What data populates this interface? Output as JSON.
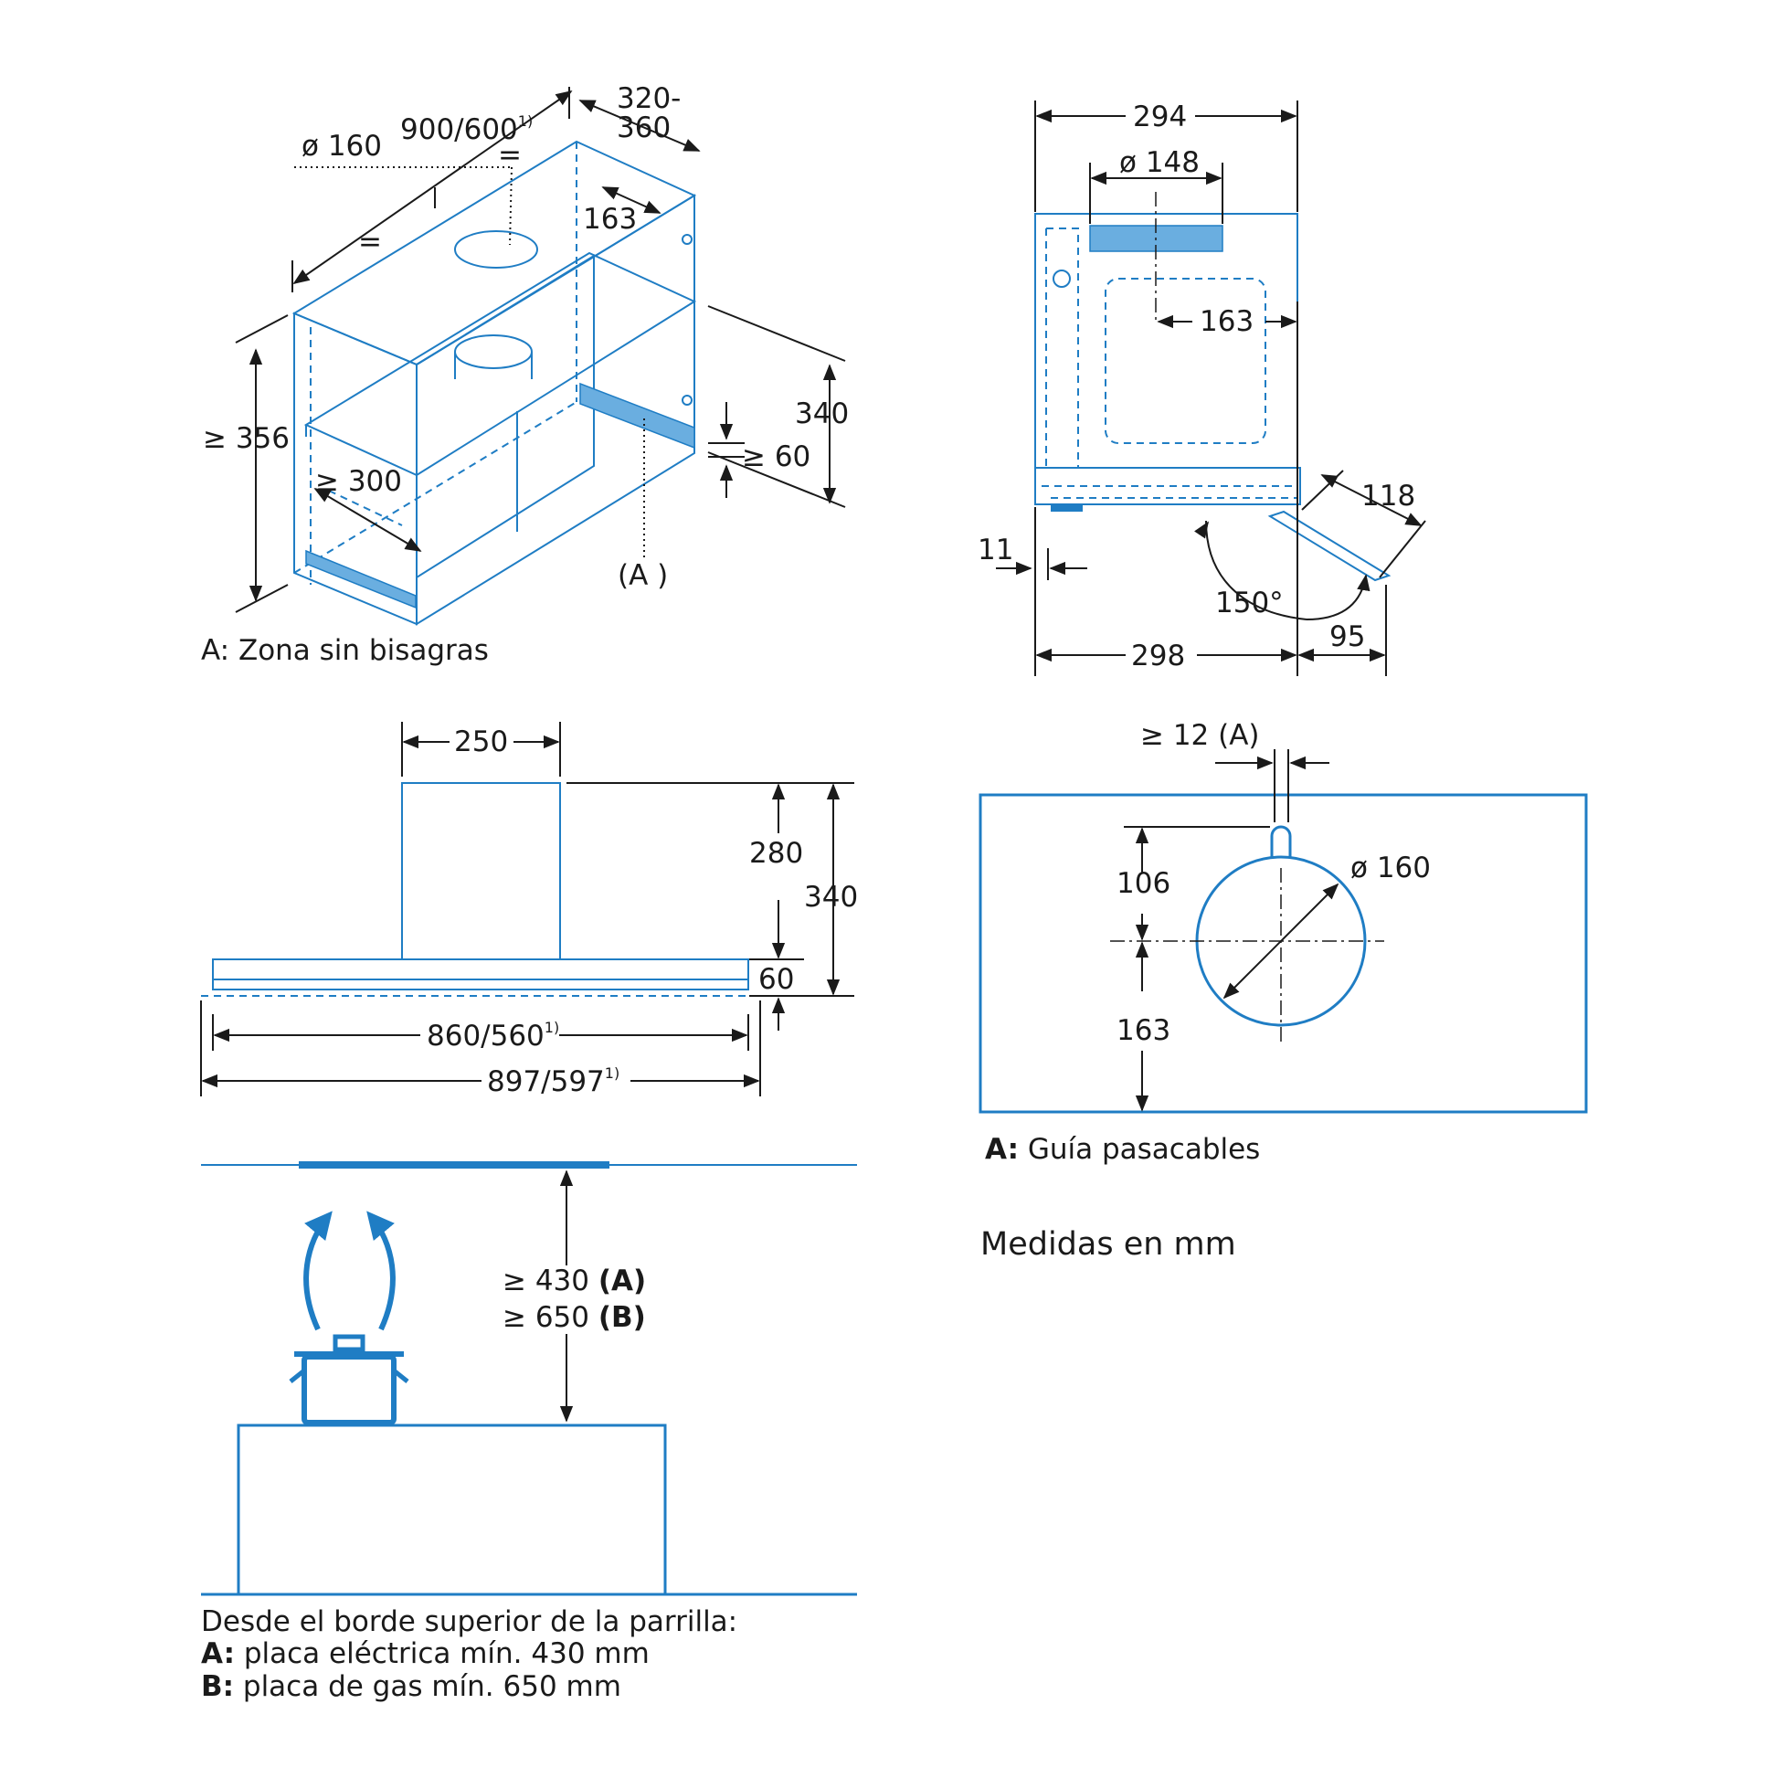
{
  "colors": {
    "accent": "#1f7dc4",
    "accent_fill": "#6aaee0",
    "ink": "#1a1a1a"
  },
  "icons": [
    "cooking-pot-icon",
    "airflow-arrow-icon"
  ],
  "cabinet_view": {
    "dim_diameter": "ø 160",
    "dim_width": "900/600",
    "dim_width_sup": "1)",
    "dim_equal_a": "=",
    "dim_equal_b": "=",
    "dim_depth_a": "320-",
    "dim_depth_b": "360",
    "dim_offset": "163",
    "dim_height_min": "≥ 356",
    "dim_inner_depth": "≥ 300",
    "dim_cabinet_height": "340",
    "dim_bottom": "≥ 60",
    "marker_a": "(A )",
    "caption": "A:  Zona sin bisagras"
  },
  "side_view": {
    "dim_top_width": "294",
    "dim_duct": "ø 148",
    "dim_duct_offset": "163",
    "dim_panel": "118",
    "dim_left_gap": "11",
    "dim_angle": "150°",
    "dim_bottom_width": "298",
    "dim_extension": "95"
  },
  "front_view": {
    "dim_chimney": "250",
    "dim_chimney_height": "280",
    "dim_total_height": "340",
    "dim_body": "60",
    "dim_inner_width": "860/560",
    "dim_inner_width_sup": "1)",
    "dim_outer_width": "897/597",
    "dim_outer_width_sup": "1)"
  },
  "cutout_view": {
    "dim_slot": "≥ 12 (A)",
    "dim_upper": "106",
    "dim_diameter": "ø 160",
    "dim_lower": "163",
    "caption_key": "A:",
    "caption_text": " Guía pasacables"
  },
  "units_note": "Medidas en mm",
  "install_view": {
    "dim_min_a": "≥ 430 ",
    "dim_min_a_key": "(A)",
    "dim_min_b": "≥ 650 ",
    "dim_min_b_key": "(B)",
    "note_line1": "Desde el borde superior de la parrilla:",
    "note_a_key": "A:",
    "note_a_text": " placa eléctrica mín. 430 mm",
    "note_b_key": "B:",
    "note_b_text": " placa de gas mín. 650 mm"
  }
}
